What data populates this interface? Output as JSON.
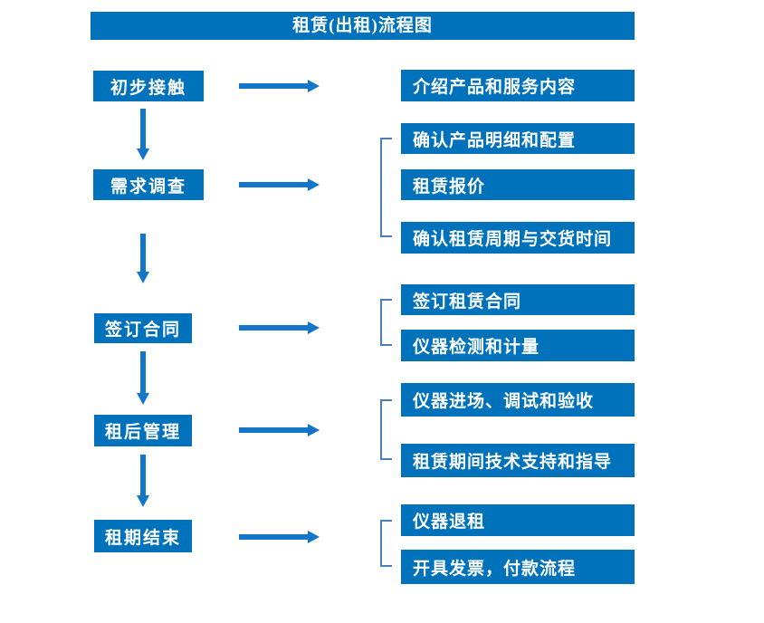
{
  "title": "租赁(出租)流程图",
  "colors": {
    "box_blue": "#0072bc",
    "arrow_blue": "#1476c8",
    "bracket_blue": "#4a7ebb",
    "text_white": "#ffffff"
  },
  "stages": [
    {
      "label": "初步接触",
      "details": [
        "介绍产品和服务内容"
      ]
    },
    {
      "label": "需求调查",
      "details": [
        "确认产品明细和配置",
        "租赁报价",
        "确认租赁周期与交货时间"
      ]
    },
    {
      "label": "签订合同",
      "details": [
        "签订租赁合同",
        "仪器检测和计量"
      ]
    },
    {
      "label": "租后管理",
      "details": [
        "仪器进场、调试和验收",
        "租赁期间技术支持和指导"
      ]
    },
    {
      "label": "租期结束",
      "details": [
        "仪器退租",
        "开具发票，付款流程"
      ]
    }
  ]
}
